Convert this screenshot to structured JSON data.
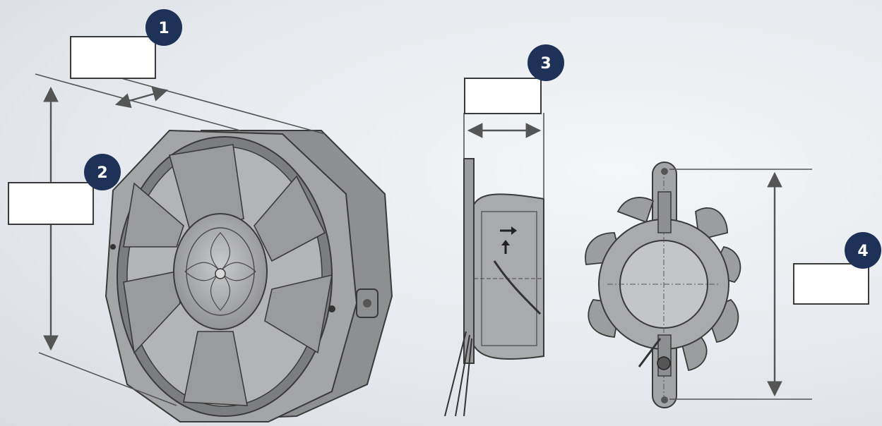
{
  "colors": {
    "badge_fill": "#1e3157",
    "badge_text": "#ffffff",
    "dimension_line": "#555555",
    "fan_metal": "#9b9c9e",
    "fan_dark": "#6f7072",
    "outline": "#3a3a3a",
    "label_box_fill": "#ffffff"
  },
  "callouts": [
    {
      "number": "1",
      "box_value": ""
    },
    {
      "number": "2",
      "box_value": ""
    },
    {
      "number": "3",
      "box_value": ""
    },
    {
      "number": "4",
      "box_value": ""
    }
  ]
}
